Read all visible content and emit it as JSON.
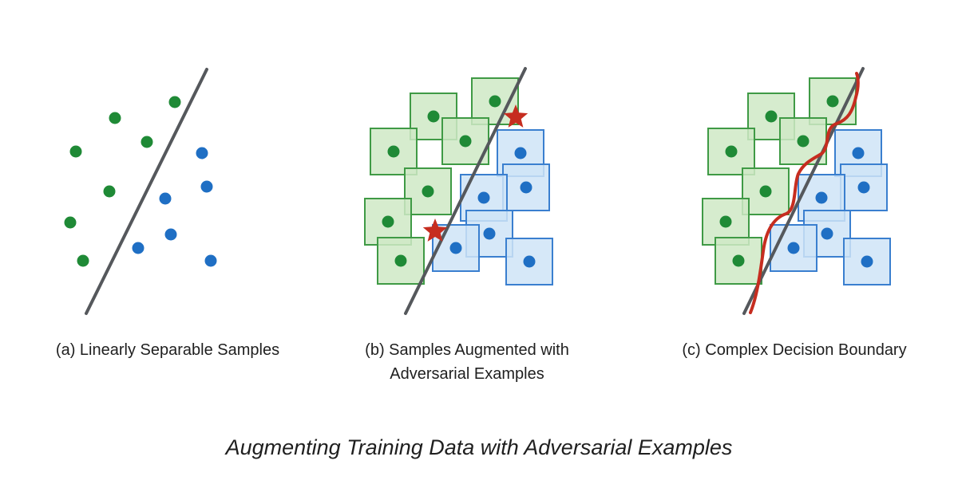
{
  "panels": [
    {
      "id": "a",
      "caption_lines": [
        "(a) Linearly Separable Samples"
      ]
    },
    {
      "id": "b",
      "caption_lines": [
        "(b) Samples Augmented with",
        "Adversarial Examples"
      ]
    },
    {
      "id": "c",
      "caption_lines": [
        "(c) Complex Decision Boundary"
      ]
    }
  ],
  "figure_title": "Augmenting Training Data with Adversarial Examples",
  "colors": {
    "class_green": "#1f8a36",
    "class_blue": "#1f6fc4",
    "green_box_fill": "#cfe9c6",
    "green_box_stroke": "#3f9a45",
    "blue_box_fill": "#cfe4f7",
    "blue_box_stroke": "#3a7fcf",
    "linear_boundary": "#55585c",
    "complex_boundary": "#c62d20",
    "adversarial_star": "#c62d20"
  },
  "legend_icons": [
    "green-point-icon",
    "blue-point-icon",
    "perturbation-box-icon",
    "adversarial-star-icon"
  ]
}
